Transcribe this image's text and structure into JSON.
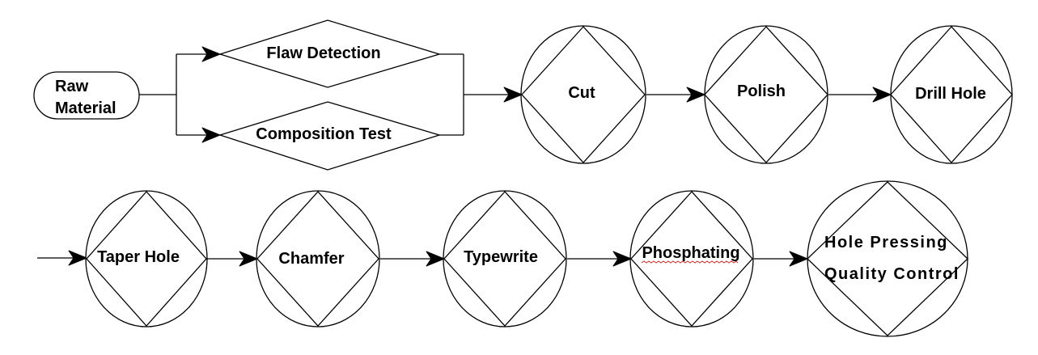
{
  "diagram": {
    "start": {
      "label_line1": "Raw",
      "label_line2": "Material"
    },
    "checks": {
      "flaw_detection": "Flaw Detection",
      "composition_test": "Composition Test"
    },
    "row1_steps": [
      "Cut",
      "Polish",
      "Drill Hole"
    ],
    "row2_steps": [
      "Taper Hole",
      "Chamfer",
      "Typewrite",
      "Phosphating"
    ],
    "final_step": {
      "line1": "Hole Pressing",
      "line2": "Quality Control"
    },
    "colors": {
      "stroke": "#000000",
      "background": "#ffffff",
      "spellcheck_underline": "#d12a2a"
    }
  }
}
